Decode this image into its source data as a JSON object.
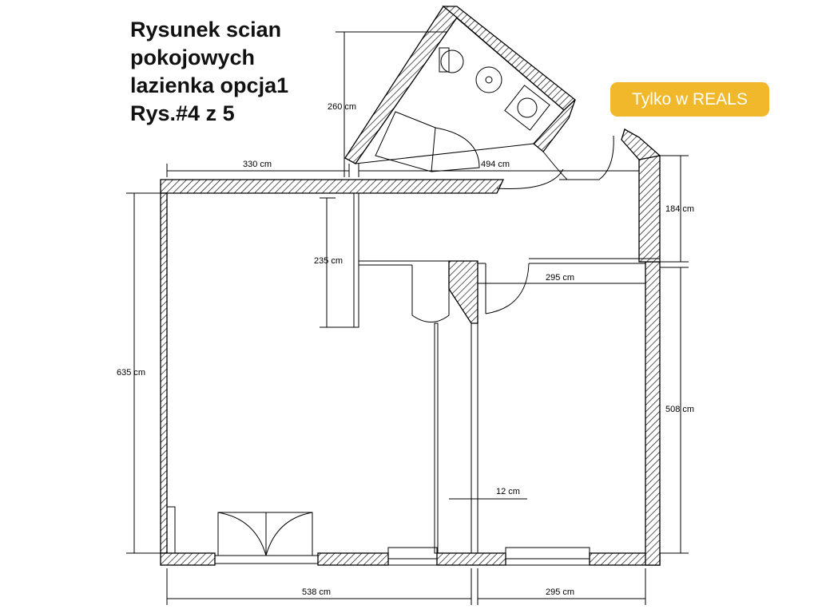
{
  "title": {
    "line1": "Rysunek scian",
    "line2": "pokojowych",
    "line3": "lazienka opcja1",
    "line4": "Rys.#4 z 5"
  },
  "badge": {
    "label": "Tylko w REALS",
    "color": "#f0b82a"
  },
  "dimensions": {
    "top_left_width": "330 cm",
    "top_right_width": "494 cm",
    "bathroom_height": "260 cm",
    "corridor_depth": "235 cm",
    "right_upper_height": "184 cm",
    "right_room_width": "295 cm",
    "left_height": "635 cm",
    "right_lower_height": "508 cm",
    "wall_thickness": "12 cm",
    "bottom_left_width": "538 cm",
    "bottom_right_width": "295 cm"
  }
}
